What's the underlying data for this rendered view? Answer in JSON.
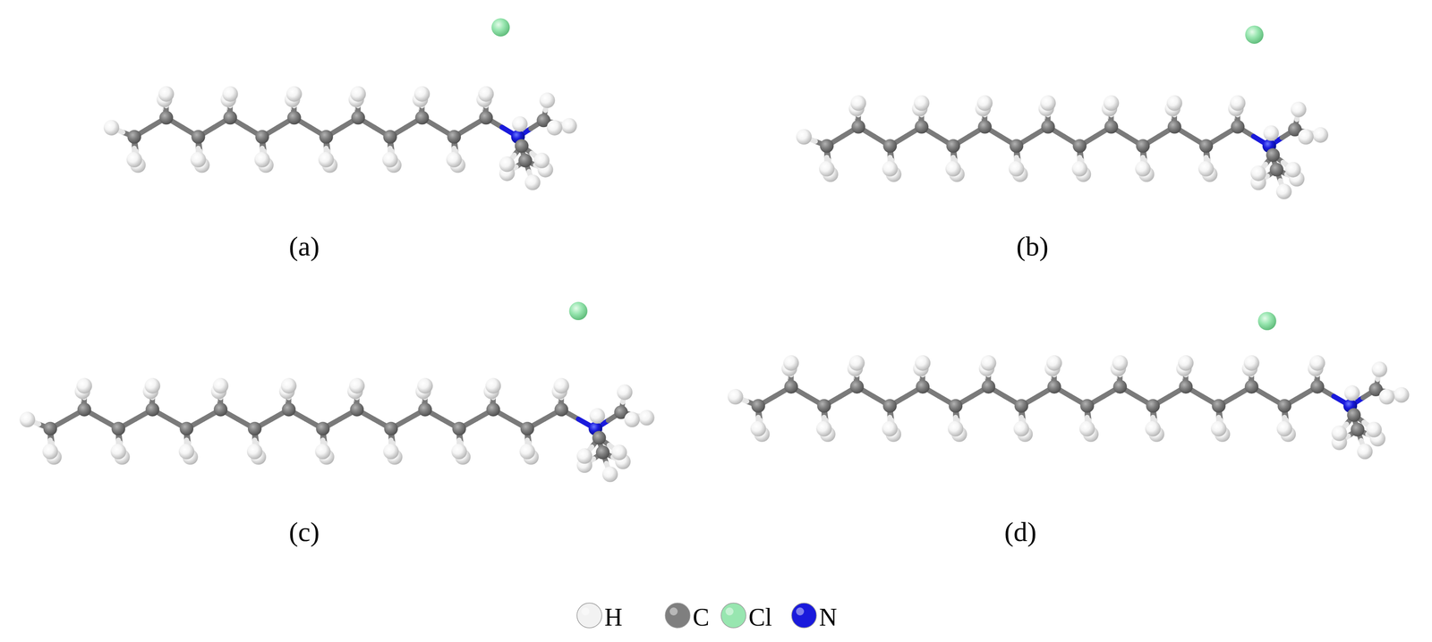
{
  "diagram": {
    "labels": [
      "(a)",
      "(b)",
      "(c)",
      "(d)"
    ],
    "legend": [
      {
        "text": "H",
        "color": "#f2f2f2"
      },
      {
        "text": "C",
        "color": "#7f7f7f"
      },
      {
        "text": "Cl",
        "color": "#98e6b0"
      },
      {
        "text": "N",
        "color": "#1a1adc"
      }
    ]
  }
}
